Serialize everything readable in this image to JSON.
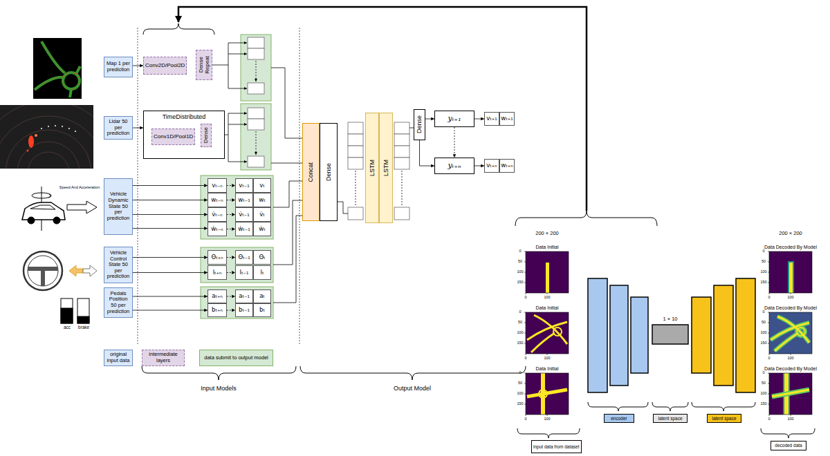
{
  "diagram": {
    "nodes": [
      {
        "text": [
          "Map 1 per prediction"
        ]
      },
      {
        "text": [
          "Conv2D/Pool2D"
        ]
      },
      {
        "text": [
          "Dense",
          "Repeat"
        ]
      },
      {
        "text": [
          "Lidar 50 per prediction"
        ]
      },
      {
        "text": [
          "TimeDistributed"
        ]
      },
      {
        "text": [
          "Conv1D/Pool1D"
        ],
        "in": 4
      },
      {
        "text": [
          "Dense"
        ],
        "in": 4
      },
      {
        "text": [
          "Vehicle Dynamic State 50 per prediction"
        ]
      },
      {
        "text": [
          "vₜ₋ₙ"
        ]
      },
      {
        "text": [
          "vₜ₋₁"
        ]
      },
      {
        "text": [
          "vₜ"
        ]
      },
      {
        "text": [
          "wₜ₋ₙ"
        ]
      },
      {
        "text": [
          "wₜ₋₁"
        ]
      },
      {
        "text": [
          "wₜ"
        ]
      },
      {
        "text": [
          "v̇ₜ₋ₙ"
        ]
      },
      {
        "text": [
          "v̇ₜ₋₁"
        ]
      },
      {
        "text": [
          "v̇ₜ"
        ]
      },
      {
        "text": [
          "ẇₜ₋ₙ"
        ]
      },
      {
        "text": [
          "ẇₜ₋₁"
        ]
      },
      {
        "text": [
          "ẇₜ"
        ]
      },
      {
        "text": [
          "Vehicle Control State 50 per prediction"
        ]
      },
      {
        "text": [
          "Θₜ₊ₙ"
        ]
      },
      {
        "text": [
          "Θₜ₋₁"
        ]
      },
      {
        "text": [
          "Θₜ"
        ]
      },
      {
        "text": [
          "lₜ₊ₙ"
        ]
      },
      {
        "text": [
          "lₜ₋₁"
        ]
      },
      {
        "text": [
          "lₜ"
        ]
      },
      {
        "text": [
          "Pedals Position 50 per prediction"
        ]
      },
      {
        "text": [
          "aₜ₊ₙ"
        ]
      },
      {
        "text": [
          "aₜ₋₁"
        ]
      },
      {
        "text": [
          "aₜ"
        ]
      },
      {
        "text": [
          "bₜ₊ₙ"
        ]
      },
      {
        "text": [
          "bₜ₋₁"
        ]
      },
      {
        "text": [
          "bₜ"
        ]
      },
      {
        "text": [
          "Concat"
        ]
      },
      {
        "text": [
          "Dense"
        ]
      },
      {
        "text": [
          "LSTM"
        ]
      },
      {
        "text": [
          "LSTM"
        ]
      },
      {
        "text": [
          "Dense"
        ]
      },
      {
        "text": [
          "yₜ₊₁"
        ]
      },
      {
        "text": [
          "vₜ₊₁"
        ]
      },
      {
        "text": [
          "wₜ₊₁"
        ]
      },
      {
        "text": [
          "yₜ₊ₙ"
        ]
      },
      {
        "text": [
          "vₜ₊ₙ"
        ]
      },
      {
        "text": [
          "wₜ₊ₙ"
        ]
      },
      {
        "text": [
          "encoder"
        ]
      },
      {
        "text": [
          "latent space"
        ]
      },
      {
        "text": [
          "latent space"
        ]
      },
      {
        "text": [
          "input data from dataset"
        ]
      },
      {
        "text": [
          "decoded data"
        ]
      }
    ],
    "edges": [
      {
        "from": 0,
        "to": 1,
        "arrow": "to"
      },
      {
        "from": 3,
        "to": 4,
        "arrow": "to"
      },
      {
        "from": 5,
        "to": 6,
        "arrow": "to"
      },
      {
        "from": 7,
        "to": 8,
        "arrow": "to"
      },
      {
        "from": 7,
        "to": 11,
        "arrow": "to"
      },
      {
        "from": 7,
        "to": 14,
        "arrow": "to"
      },
      {
        "from": 7,
        "to": 17,
        "arrow": "to"
      },
      {
        "from": 8,
        "to": 9,
        "arrow": "to"
      },
      {
        "from": 11,
        "to": 12,
        "arrow": "to"
      },
      {
        "from": 14,
        "to": 15,
        "arrow": "to"
      },
      {
        "from": 17,
        "to": 18,
        "arrow": "to"
      },
      {
        "from": 20,
        "to": 21,
        "arrow": "to"
      },
      {
        "from": 20,
        "to": 24,
        "arrow": "to"
      },
      {
        "from": 21,
        "to": 22,
        "arrow": "to"
      },
      {
        "from": 24,
        "to": 25,
        "arrow": "to"
      },
      {
        "from": 27,
        "to": 28,
        "arrow": "to"
      },
      {
        "from": 27,
        "to": 31,
        "arrow": "to"
      },
      {
        "from": 28,
        "to": 29,
        "arrow": "to"
      },
      {
        "from": 31,
        "to": 32,
        "arrow": "to"
      },
      {
        "from": 38,
        "to": 39,
        "arrow": "to"
      },
      {
        "from": 38,
        "to": 42,
        "arrow": "to"
      },
      {
        "from": 39,
        "to": 42,
        "arrow": "to"
      },
      {
        "from": 39,
        "to": 40,
        "arrow": "to"
      },
      {
        "from": 42,
        "to": 43,
        "arrow": "to"
      }
    ],
    "labels": [
      "Input Models",
      "Output Model",
      "Speed And Acceleration",
      "acc",
      "brake",
      "200 × 200",
      "Data Initial",
      "0",
      "50",
      "100",
      "150",
      "0",
      "100",
      "Data Initial",
      "0",
      "50",
      "100",
      "150",
      "0",
      "100",
      "Data Initial",
      "0",
      "50",
      "100",
      "150",
      "0",
      "100",
      "1 × 10",
      "200 × 200",
      "Data Decoded By Model",
      "0",
      "50",
      "100",
      "150",
      "0",
      "100",
      "Data Decoded By Model",
      "0",
      "50",
      "100",
      "150",
      "0",
      "100",
      "Data Decoded By Model",
      "0",
      "50",
      "100",
      "150",
      "0",
      "100"
    ],
    "legend": [
      {
        "text": "original input data",
        "color": "#dae8fc"
      },
      {
        "text": "intermediate layers",
        "color": "#e1d5e7"
      },
      {
        "text": "data submit to output model",
        "color": "#d5e8d4"
      }
    ]
  }
}
